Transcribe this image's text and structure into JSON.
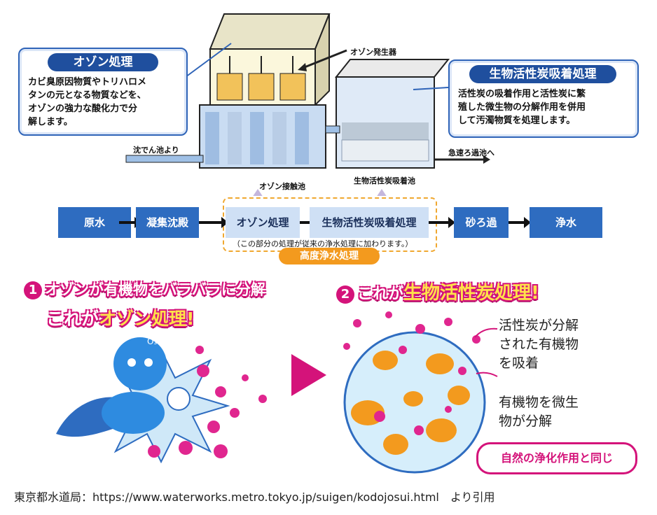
{
  "callouts": {
    "ozone": {
      "title": "オゾン処理",
      "body_lines": [
        "カビ臭原因物質やトリハロメ",
        "タンの元となる物質などを、",
        "オゾンの強力な酸化力で分",
        "解します。"
      ]
    },
    "bio": {
      "title": "生物活性炭吸着処理",
      "body_lines": [
        "活性炭の吸着作用と活性炭に繁",
        "殖した微生物の分解作用を併用",
        "して汚濁物質を処理します。"
      ]
    }
  },
  "plant_labels": {
    "ozone_generator": "オゾン発生器",
    "from_settling": "沈でん池より",
    "to_filter": "急速ろ過池へ",
    "ozone_contact": "オゾン接触池",
    "bio_pond": "生物活性炭吸着池"
  },
  "flow": {
    "steps": [
      "原水",
      "凝集沈殿",
      "オゾン処理",
      "生物活性炭吸着処理",
      "砂ろ過",
      "浄水"
    ],
    "note": "（この部分の処理が従来の浄水処理に加わります。）",
    "group_label": "高度浄水処理"
  },
  "section1": {
    "number": "1",
    "line1": "オゾンが有機物をバラバラに分解",
    "line2_prefix": "これが",
    "line2_highlight": "オゾン処理!",
    "o3": "O₃"
  },
  "section2": {
    "number": "2",
    "prefix": "これが",
    "highlight": "生物活性炭処理!",
    "note1_lines": [
      "活性炭が分解",
      "された有機物",
      "を吸着"
    ],
    "note2_lines": [
      "有機物を微生",
      "物が分解"
    ],
    "badge": "自然の浄化作用と同じ"
  },
  "footer": "東京都水道局：https://www.waterworks.metro.tokyo.jp/suigen/kodojosui.html　より引用",
  "colors": {
    "blue": "#2e6cc0",
    "dark_blue": "#1f4f9e",
    "pink": "#d4137a",
    "orange": "#f39a1e",
    "orange_dashed": "#f0a830"
  }
}
